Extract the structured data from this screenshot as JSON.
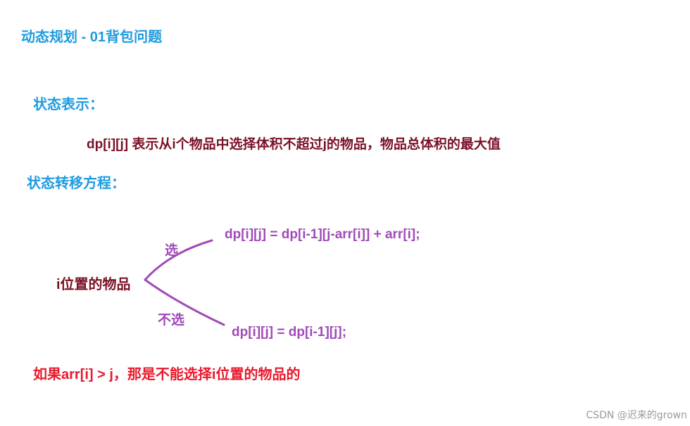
{
  "title": "动态规划 - 01背包问题",
  "state": {
    "heading": "状态表示：",
    "description": "dp[i][j] 表示从i个物品中选择体积不超过j的物品，物品总体积的最大值"
  },
  "transition": {
    "heading": "状态转移方程：",
    "root_label": "i位置的物品",
    "choose": {
      "label": "选",
      "equation": "dp[i][j] = dp[i-1][j-arr[i]] + arr[i];"
    },
    "not_choose": {
      "label": "不选",
      "equation": "dp[i][j] = dp[i-1][j];"
    },
    "branch_color": "#a04ab8"
  },
  "condition": "如果arr[i] > j，那是不能选择i位置的物品的",
  "watermark": "CSDN @迟来的grown",
  "colors": {
    "heading": "#1e9be0",
    "dark_red": "#7a1125",
    "purple": "#a04ab8",
    "red": "#e8192c"
  }
}
